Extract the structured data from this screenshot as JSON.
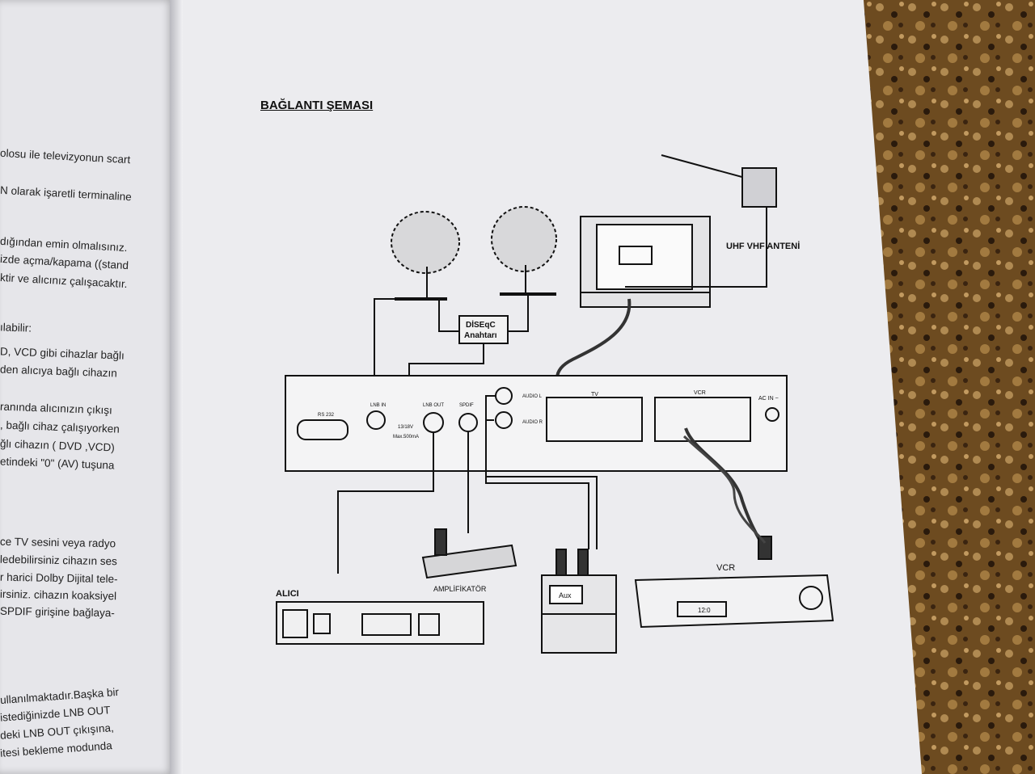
{
  "heading": "BAĞLANTI ŞEMASI",
  "left_page_lines": [
    "olosu ile televizyonun scart",
    "N olarak işaretli terminaline",
    "dığından emin olmalısınız.",
    "izde açma/kapama ((stand",
    "ktir ve alıcınız çalışacaktır.",
    "ılabilir:",
    "D, VCD gibi cihazlar bağlı",
    "den alıcıya bağlı cihazın",
    "ranında alıcınızın çıkışı",
    ", bağlı cihaz çalışıyorken",
    "ğlı cihazın ( DVD ,VCD)",
    "etindeki \"0\" (AV) tuşuna",
    "ce TV sesini veya radyo",
    "ledebilirsiniz cihazın ses",
    "r harici Dolby Dijital tele-",
    "irsiniz. cihazın koaksiyel",
    "SPDIF girişine bağlaya-",
    "ullanılmaktadır.Başka bir",
    "istediğinizde LNB OUT",
    "deki LNB OUT çıkışına,",
    "itesi bekleme modunda"
  ],
  "diagram": {
    "antenna": "UHF VHF ANTENİ",
    "diseqc": [
      "DİSEqC",
      "Anahtarı"
    ],
    "rear_panel": {
      "rs232": "RS 232",
      "lnb_in": "LNB IN",
      "lnb_power": [
        "13/18V",
        "Max.500mA"
      ],
      "lnb_out": "LNB OUT",
      "spdif": "SPDIF",
      "audio_l": "AUDIO L",
      "audio_r": "AUDIO R",
      "tv": "TV",
      "vcr": "VCR",
      "ac_in": "AC IN ~"
    },
    "alici": "ALICI",
    "amplifikator": "AMPLİFİKATÖR",
    "vcr": "VCR",
    "aux": "Aux",
    "vcr_display": "12:0"
  }
}
